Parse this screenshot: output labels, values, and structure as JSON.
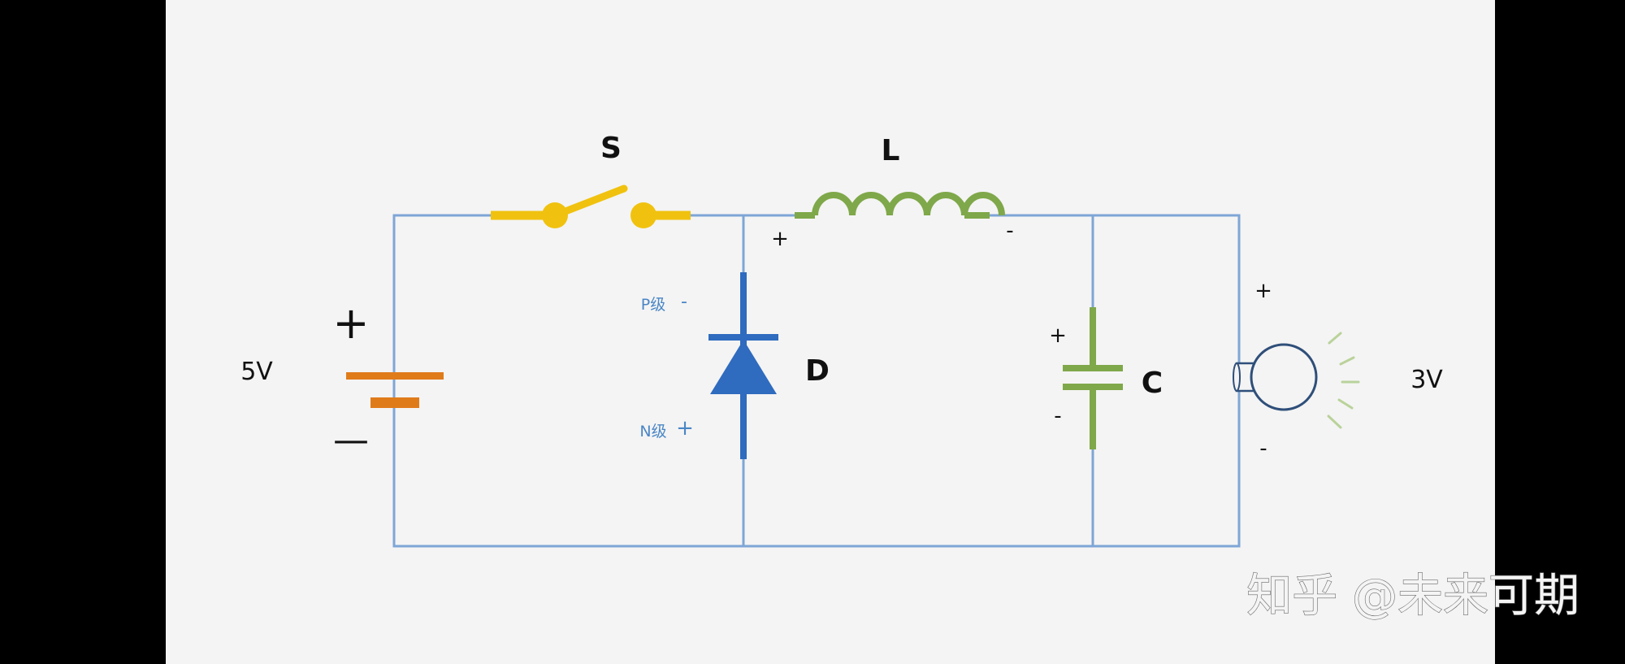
{
  "labels": {
    "switch": "S",
    "inductor": "L",
    "diode": "D",
    "capacitor": "C",
    "source_voltage": "5V",
    "load_voltage": "3V",
    "battery_plus": "+",
    "battery_minus": "—",
    "inductor_plus": "+",
    "inductor_minus": "-",
    "diode_p": "P级",
    "diode_p_sign": "-",
    "diode_n": "N级",
    "diode_n_sign": "+",
    "cap_plus": "+",
    "cap_minus": "-",
    "load_plus": "+",
    "load_minus": "-"
  },
  "watermark": "知乎 @未来可期",
  "colors": {
    "background": "#000000",
    "panel": "#f4f4f4",
    "wire": "#7ea6d6",
    "switch": "#f0c20f",
    "inductor": "#7fa84a",
    "diode": "#2f6bbf",
    "battery": "#e07b1a",
    "capacitor": "#7fa84a",
    "bulb_glow": "#b9d29a"
  },
  "icons": [
    "switch-icon",
    "inductor-icon",
    "diode-icon",
    "battery-icon",
    "capacitor-icon",
    "lamp-icon"
  ]
}
